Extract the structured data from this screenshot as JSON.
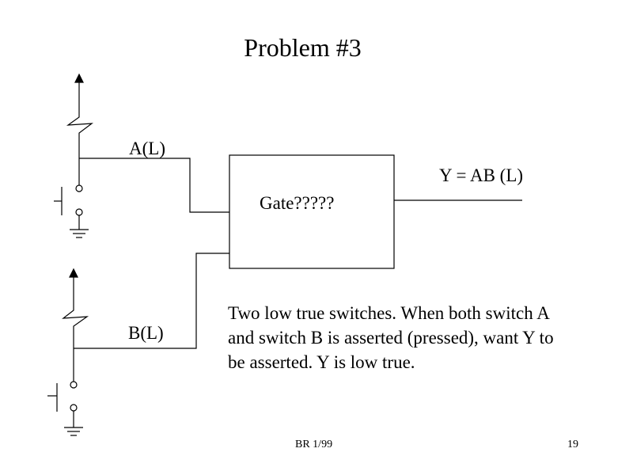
{
  "title": "Problem  #3",
  "labels": {
    "a": "A(L)",
    "b": "B(L)",
    "y": "Y = AB  (L)",
    "gate": "Gate?????"
  },
  "description": "Two low true switches.  When both switch A and switch B is asserted (pressed), want Y to be asserted.  Y is low true.",
  "footer": {
    "left": "BR 1/99",
    "right": "19"
  }
}
